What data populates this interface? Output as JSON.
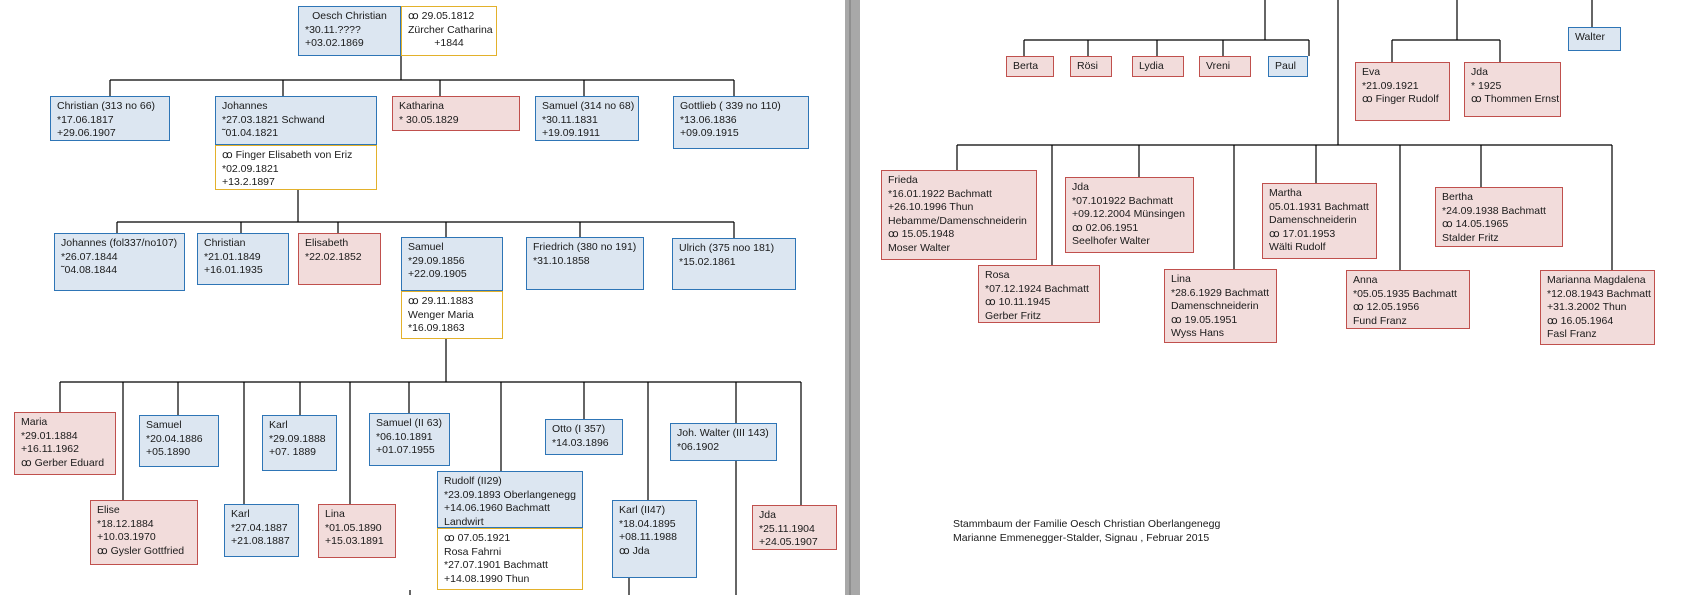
{
  "colors": {
    "male_fill": "#dce6f1",
    "male_border": "#2e75b6",
    "female_fill": "#f2dcdb",
    "female_border": "#c0504d",
    "spouse_border": "#e3b12b"
  },
  "left": {
    "root": {
      "lines": [
        "Oesch Christian",
        "*30.11.????",
        "+03.02.1869"
      ]
    },
    "root_spouse": {
      "lines": [
        "ꝏ 29.05.1812",
        "Zürcher Catharina",
        "+1844"
      ]
    },
    "gen1": [
      {
        "lines": [
          "Christian (313 no 66)",
          "*17.06.1817",
          "+29.06.1907"
        ]
      },
      {
        "lines": [
          "Johannes",
          "*27.03.1821 Schwand",
          "˜01.04.1821"
        ]
      },
      {
        "lines": [
          "Katharina",
          "* 30.05.1829"
        ]
      },
      {
        "lines": [
          "Samuel (314 no 68)",
          "*30.11.1831",
          "+19.09.1911"
        ]
      },
      {
        "lines": [
          "Gottlieb ( 339 no 110)",
          "*13.06.1836",
          "+09.09.1915"
        ]
      }
    ],
    "johannes_spouse": {
      "lines": [
        "ꝏ Finger Elisabeth von Eriz",
        "*02.09.1821",
        "+13.2.1897"
      ]
    },
    "gen2": [
      {
        "lines": [
          "Johannes (fol337/no107)",
          "*26.07.1844",
          "˜04.08.1844"
        ]
      },
      {
        "lines": [
          "Christian",
          "*21.01.1849",
          "+16.01.1935"
        ]
      },
      {
        "lines": [
          "Elisabeth",
          "*22.02.1852"
        ]
      },
      {
        "lines": [
          "Samuel",
          "*29.09.1856",
          "+22.09.1905"
        ]
      },
      {
        "lines": [
          "Friedrich (380 no 191)",
          "*31.10.1858"
        ]
      },
      {
        "lines": [
          "Ulrich (375 noo 181)",
          "*15.02.1861"
        ]
      }
    ],
    "samuel_spouse": {
      "lines": [
        "ꝏ 29.11.1883",
        "Wenger Maria",
        "*16.09.1863"
      ]
    },
    "gen3": [
      {
        "lines": [
          "Maria",
          "*29.01.1884",
          "+16.11.1962",
          "ꝏ Gerber Eduard"
        ]
      },
      {
        "lines": [
          "Elise",
          "*18.12.1884",
          "+10.03.1970",
          "ꝏ Gysler  Gottfried"
        ]
      },
      {
        "lines": [
          "Samuel",
          "*20.04.1886",
          "+05.1890"
        ]
      },
      {
        "lines": [
          "Karl",
          "*27.04.1887",
          "+21.08.1887"
        ]
      },
      {
        "lines": [
          "Karl",
          "*29.09.1888",
          "+07. 1889"
        ]
      },
      {
        "lines": [
          "Lina",
          "*01.05.1890",
          "+15.03.1891"
        ]
      },
      {
        "lines": [
          "Samuel (II 63)",
          "*06.10.1891",
          "+01.07.1955"
        ]
      },
      {
        "lines": [
          "Rudolf (II29)",
          "*23.09.1893 Oberlangenegg",
          "+14.06.1960 Bachmatt",
          "Landwirt"
        ]
      },
      {
        "lines": [
          "Otto (I 357)",
          "*14.03.1896"
        ]
      },
      {
        "lines": [
          "Karl (II47)",
          "*18.04.1895",
          "+08.11.1988",
          "ꝏ Jda"
        ]
      },
      {
        "lines": [
          "Joh. Walter (III 143)",
          "*06.1902"
        ]
      },
      {
        "lines": [
          "Jda",
          "*25.11.1904",
          "+24.05.1907"
        ]
      }
    ],
    "rudolf_spouse": {
      "lines": [
        "ꝏ 07.05.1921",
        "Rosa Fahrni",
        "*27.07.1901 Bachmatt",
        "+14.08.1990 Thun"
      ]
    }
  },
  "right": {
    "top_children": [
      {
        "lines": [
          "Berta"
        ]
      },
      {
        "lines": [
          "Rösi"
        ]
      },
      {
        "lines": [
          "Lydia"
        ]
      },
      {
        "lines": [
          "Vreni"
        ]
      },
      {
        "lines": [
          "Paul"
        ]
      }
    ],
    "eva": {
      "lines": [
        "Eva",
        "*21.09.1921",
        "ꝏ Finger Rudolf"
      ]
    },
    "jda_top": {
      "lines": [
        "Jda",
        "* 1925",
        "ꝏ Thommen Ernst"
      ]
    },
    "walter": {
      "lines": [
        "Walter"
      ]
    },
    "bachmatt_children": [
      {
        "lines": [
          "Frieda",
          "*16.01.1922 Bachmatt",
          "+26.10.1996 Thun",
          "Hebamme/Damenschneiderin",
          "ꝏ 15.05.1948",
          "Moser Walter"
        ]
      },
      {
        "lines": [
          "Rosa",
          "*07.12.1924 Bachmatt",
          "ꝏ 10.11.1945",
          "Gerber Fritz"
        ]
      },
      {
        "lines": [
          "Jda",
          "*07.101922 Bachmatt",
          "+09.12.2004 Münsingen",
          "ꝏ 02.06.1951",
          "Seelhofer Walter"
        ]
      },
      {
        "lines": [
          "Lina",
          "*28.6.1929 Bachmatt",
          "Damenschneiderin",
          "ꝏ 19.05.1951",
          "Wyss Hans"
        ]
      },
      {
        "lines": [
          "Martha",
          "05.01.1931 Bachmatt",
          "Damenschneiderin",
          "ꝏ 17.01.1953",
          "Wälti Rudolf"
        ]
      },
      {
        "lines": [
          "Anna",
          "*05.05.1935 Bachmatt",
          "ꝏ 12.05.1956",
          "Fund Franz"
        ]
      },
      {
        "lines": [
          "Bertha",
          "*24.09.1938 Bachmatt",
          "ꝏ 14.05.1965",
          "Stalder Fritz"
        ]
      },
      {
        "lines": [
          "Marianna Magdalena",
          "*12.08.1943 Bachmatt",
          "+31.3.2002 Thun",
          "ꝏ 16.05.1964",
          "Fasl Franz"
        ]
      }
    ],
    "caption": [
      "Stammbaum der Familie Oesch Christian Oberlangenegg",
      "Marianne Emmenegger-Stalder, Signau , Februar 2015"
    ]
  }
}
